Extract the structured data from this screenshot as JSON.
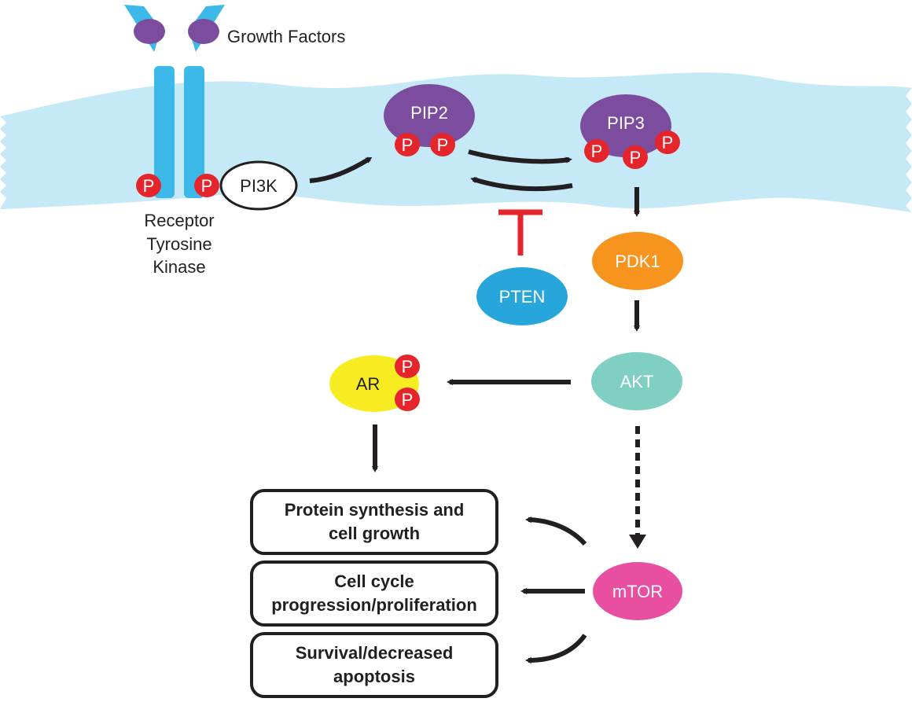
{
  "labels": {
    "growth_factors": "Growth Factors",
    "receptor_line1": "Receptor",
    "receptor_line2": "Tyrosine",
    "receptor_line3": "Kinase",
    "pi3k": "PI3K",
    "pip2": "PIP2",
    "pip3": "PIP3",
    "pten": "PTEN",
    "pdk1": "PDK1",
    "akt": "AKT",
    "ar": "AR",
    "mtor": "mTOR",
    "phospho": "P"
  },
  "outcomes": [
    {
      "line1": "Protein synthesis and",
      "line2": "cell growth"
    },
    {
      "line1": "Cell cycle",
      "line2": "progression/proliferation"
    },
    {
      "line1": "Survival/decreased",
      "line2": "apoptosis"
    }
  ],
  "colors": {
    "membrane": "#c6e9f7",
    "receptor": "#3cb9e8",
    "growth_factor": "#7c4d9e",
    "phospho": "#e4262c",
    "pip": "#7c4d9e",
    "pten": "#27a6dc",
    "pdk1": "#f7941d",
    "akt": "#7fcfc2",
    "ar": "#f7ec22",
    "mtor": "#e94fa1",
    "arrow": "#231f20",
    "inhibit": "#e4262c"
  }
}
